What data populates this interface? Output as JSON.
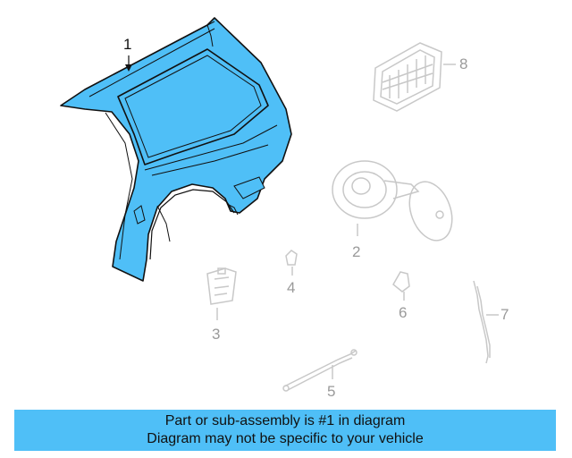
{
  "callouts": {
    "c1": "1",
    "c2": "2",
    "c3": "3",
    "c4": "4",
    "c5": "5",
    "c6": "6",
    "c7": "7",
    "c8": "8"
  },
  "highlight_part": "1",
  "colors": {
    "highlight_fill": "#4fbff7",
    "outline": "#111111",
    "ghost_line": "#c8c8c8",
    "banner_bg": "#4fbff7"
  },
  "banner": {
    "line1": "Part or sub-assembly is #1 in diagram",
    "line2": "Diagram may not be specific to your vehicle"
  }
}
